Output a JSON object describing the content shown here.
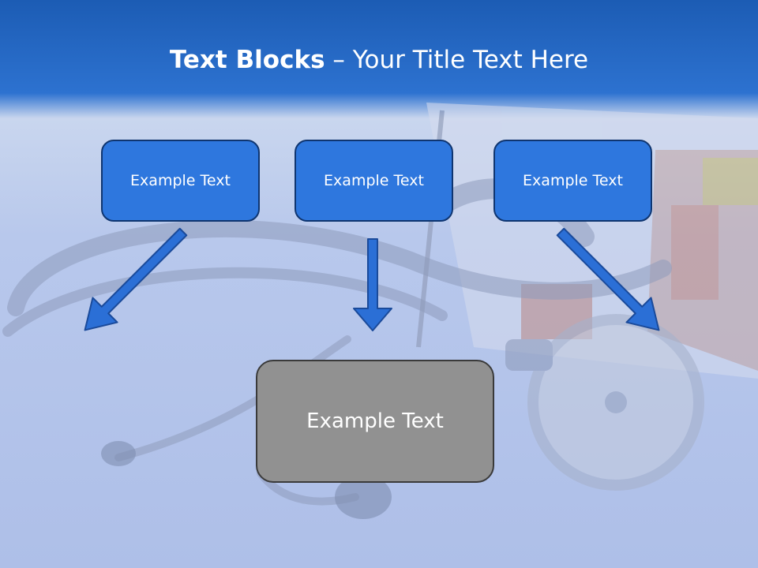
{
  "slide": {
    "title_bold": "Text Blocks",
    "title_rest": " – Your Title Text Here"
  },
  "blocks": {
    "top": [
      "Example Text",
      "Example Text",
      "Example Text"
    ],
    "bottom": "Example Text"
  },
  "colors": {
    "header_blue": "#1c5cb4",
    "box_blue": "#2e77de",
    "box_border": "#0f3570",
    "box_gray": "#919191",
    "arrow_fill": "#2b6fd6",
    "arrow_stroke": "#1a4a9a"
  }
}
